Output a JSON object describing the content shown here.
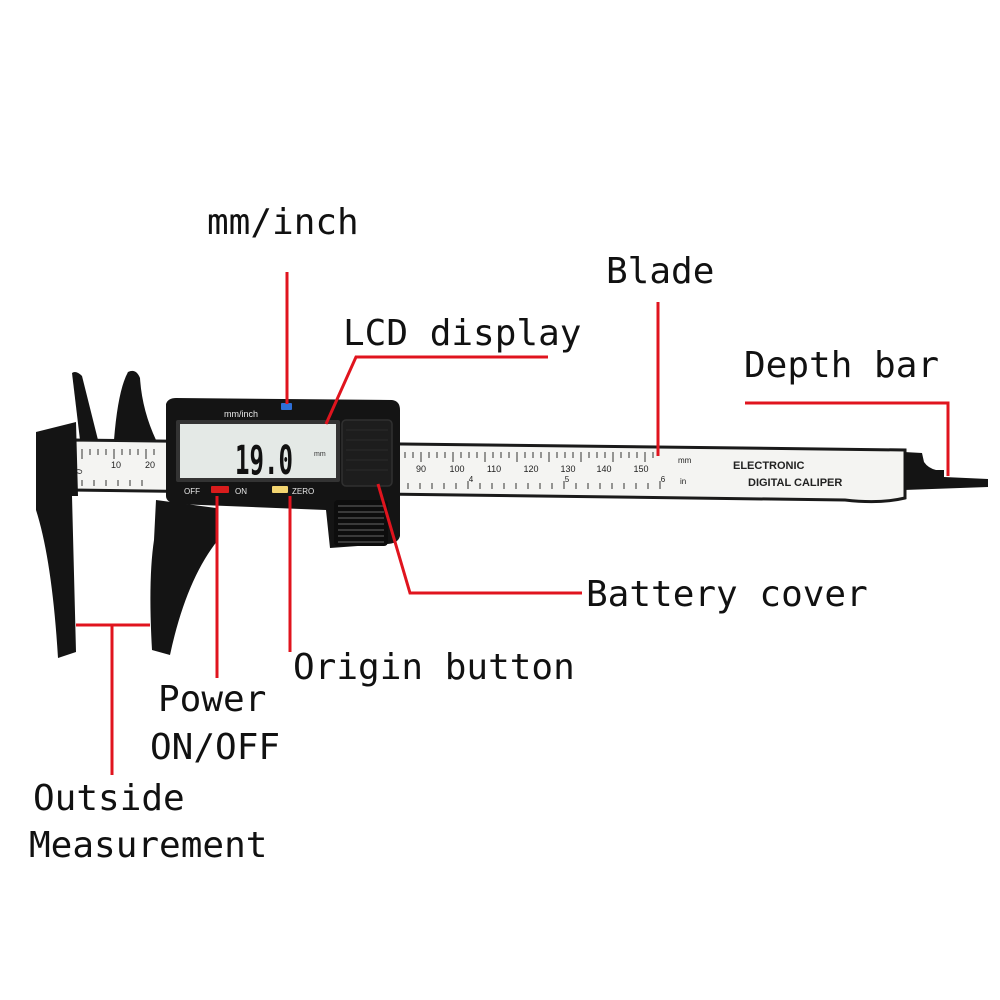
{
  "labels": {
    "mm_inch": "mm/inch",
    "blade": "Blade",
    "lcd_display": "LCD display",
    "depth_bar": "Depth bar",
    "battery_cover": "Battery cover",
    "origin_button": "Origin button",
    "power_line1": "Power",
    "power_line2": "ON/OFF",
    "outside_line1": "Outside",
    "outside_line2": "Measurement"
  },
  "caliper": {
    "lcd_reading": "19.0",
    "lcd_unit": "mm",
    "unit_button_text": "mm/inch",
    "off_text": "OFF",
    "on_text": "ON",
    "zero_text": "ZERO",
    "brand_line1": "ELECTRONIC",
    "brand_line2": "DIGITAL CALIPER",
    "mm_marker": "mm",
    "in_marker": "in",
    "left_scale_numbers": [
      "0",
      "10",
      "20"
    ],
    "mm_scale_numbers": [
      "90",
      "100",
      "110",
      "120",
      "130",
      "140",
      "150"
    ],
    "inch_scale_numbers": [
      "4",
      "5",
      "6"
    ]
  },
  "colors": {
    "callout_line": "#e0141e",
    "body": "#141414",
    "blade": "#f4f4f2",
    "lcd": "#e4e9e6",
    "power_button": "#d81c1c",
    "zero_button": "#f2d470",
    "unit_button": "#2e6fd8"
  }
}
